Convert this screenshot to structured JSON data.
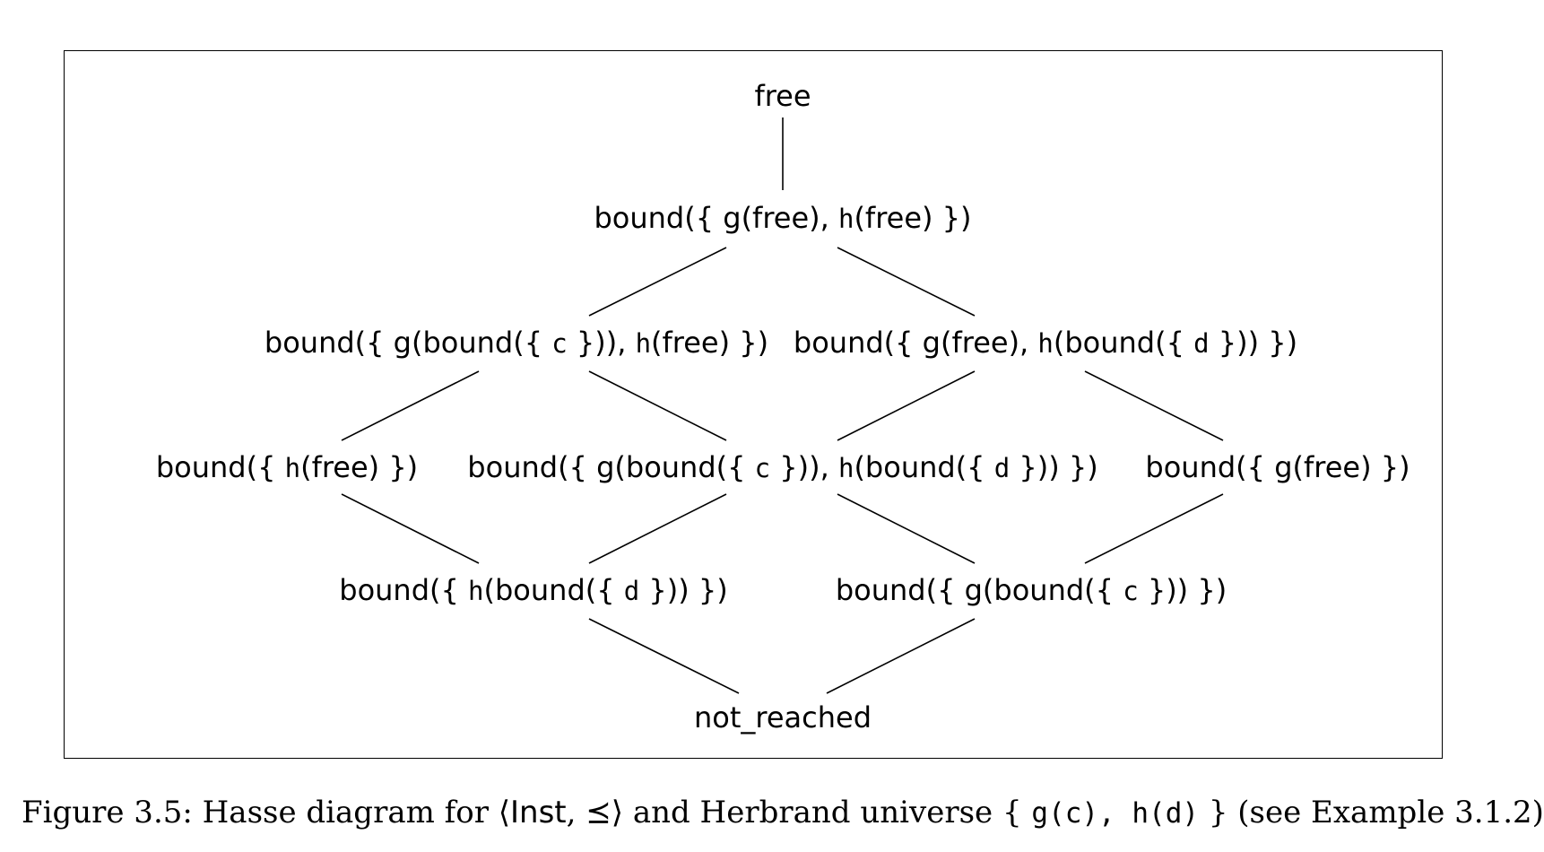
{
  "diagram": {
    "nodes": {
      "top": {
        "label": "free"
      },
      "l1": {
        "pre1": "bound({ ",
        "f1": "g",
        "arg1": "(free), ",
        "f2": "h",
        "arg2": "(free) })"
      },
      "l2a": {
        "pre1": "bound({ ",
        "f1": "g",
        "arg1": "(bound({ ",
        "c1": "c",
        "mid": " })), ",
        "f2": "h",
        "arg2": "(free) })"
      },
      "l2b": {
        "pre1": "bound({ ",
        "f1": "g",
        "arg1": "(free), ",
        "f2": "h",
        "arg2": "(bound({ ",
        "c1": "d",
        "end": " })) })"
      },
      "l3a": {
        "pre1": "bound({ ",
        "f1": "h",
        "arg1": "(free) })"
      },
      "l3b": {
        "pre1": "bound({ ",
        "f1": "g",
        "arg1": "(bound({ ",
        "c1": "c",
        "mid": " })), ",
        "f2": "h",
        "arg2": "(bound({ ",
        "c2": "d",
        "end": " })) })"
      },
      "l3c": {
        "pre1": "bound({ ",
        "f1": "g",
        "arg1": "(free) })"
      },
      "l4a": {
        "pre1": "bound({ ",
        "f1": "h",
        "arg1": "(bound({ ",
        "c1": "d",
        "end": " })) })"
      },
      "l4b": {
        "pre1": "bound({ ",
        "f1": "g",
        "arg1": "(bound({ ",
        "c1": "c",
        "end": " })) })"
      },
      "bottom": {
        "label": "not_reached"
      }
    }
  },
  "caption": {
    "prefix": "Figure 3.5: Hasse diagram for ⟨",
    "inst": "Inst",
    "rel": ", ⪯⟩ and Herbrand universe { ",
    "code": "g(c), h(d)",
    "suffix": " } (see Example 3.1.2)"
  }
}
